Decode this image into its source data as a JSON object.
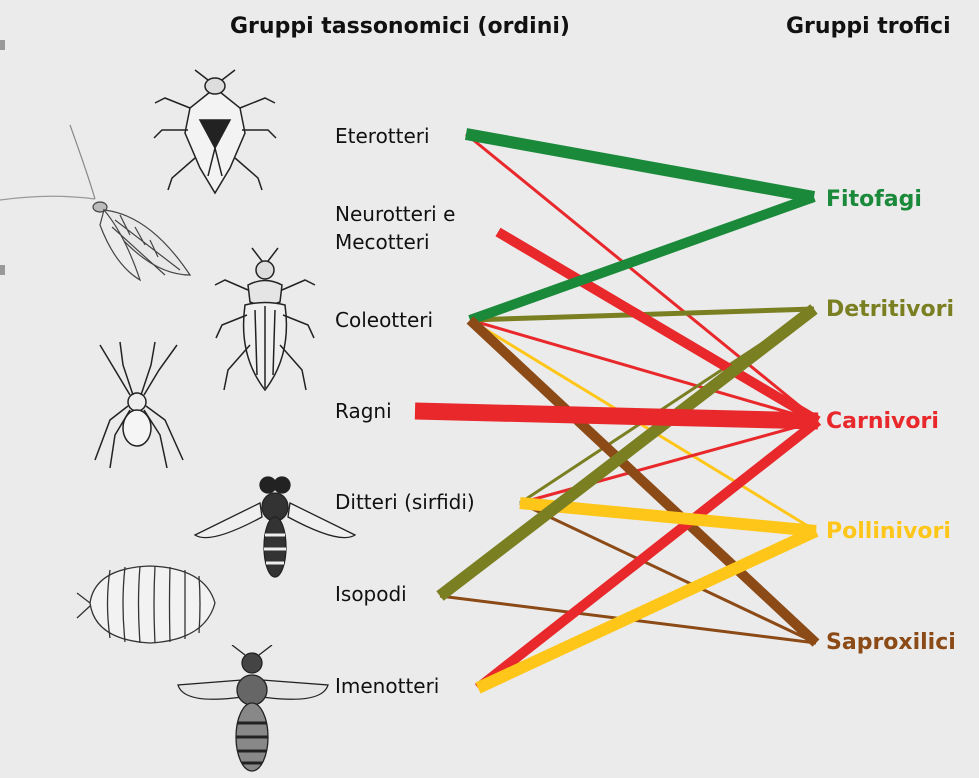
{
  "headers": {
    "taxonomic": "Gruppi tassonomici (ordini)",
    "trophic": "Gruppi trofici"
  },
  "sources": [
    {
      "id": "eterotteri",
      "lines": [
        "Eterotteri"
      ]
    },
    {
      "id": "neurotteri",
      "lines": [
        "Neurotteri e",
        "Mecotteri"
      ]
    },
    {
      "id": "coleotteri",
      "lines": [
        "Coleotteri"
      ]
    },
    {
      "id": "ragni",
      "lines": [
        "Ragni"
      ]
    },
    {
      "id": "ditteri",
      "lines": [
        "Ditteri (sirfidi)"
      ]
    },
    {
      "id": "isopodi",
      "lines": [
        "Isopodi"
      ]
    },
    {
      "id": "imenotteri",
      "lines": [
        "Imenotteri"
      ]
    }
  ],
  "targets": [
    {
      "id": "fitofagi",
      "label": "Fitofagi",
      "color": "#1a8a3a"
    },
    {
      "id": "detritivori",
      "label": "Detritivori",
      "color": "#7a7f22"
    },
    {
      "id": "carnivori",
      "label": "Carnivori",
      "color": "#e8282b"
    },
    {
      "id": "pollinivori",
      "label": "Pollinivori",
      "color": "#ffc61a"
    },
    {
      "id": "saproxilici",
      "label": "Saproxilici",
      "color": "#8b4a16"
    }
  ],
  "links": [
    {
      "from": "eterotteri",
      "to": "fitofagi",
      "weight": 5
    },
    {
      "from": "eterotteri",
      "to": "carnivori",
      "weight": 1
    },
    {
      "from": "neurotteri",
      "to": "carnivori",
      "weight": 4
    },
    {
      "from": "coleotteri",
      "to": "fitofagi",
      "weight": 4
    },
    {
      "from": "coleotteri",
      "to": "detritivori",
      "weight": 2
    },
    {
      "from": "coleotteri",
      "to": "carnivori",
      "weight": 1
    },
    {
      "from": "coleotteri",
      "to": "pollinivori",
      "weight": 1
    },
    {
      "from": "coleotteri",
      "to": "saproxilici",
      "weight": 4
    },
    {
      "from": "ragni",
      "to": "carnivori",
      "weight": 7
    },
    {
      "from": "ditteri",
      "to": "carnivori",
      "weight": 1
    },
    {
      "from": "ditteri",
      "to": "pollinivori",
      "weight": 5
    },
    {
      "from": "ditteri",
      "to": "detritivori",
      "weight": 1
    },
    {
      "from": "ditteri",
      "to": "saproxilici",
      "weight": 1
    },
    {
      "from": "isopodi",
      "to": "detritivori",
      "weight": 5
    },
    {
      "from": "isopodi",
      "to": "saproxilici",
      "weight": 1
    },
    {
      "from": "imenotteri",
      "to": "carnivori",
      "weight": 4
    },
    {
      "from": "imenotteri",
      "to": "pollinivori",
      "weight": 5
    }
  ]
}
